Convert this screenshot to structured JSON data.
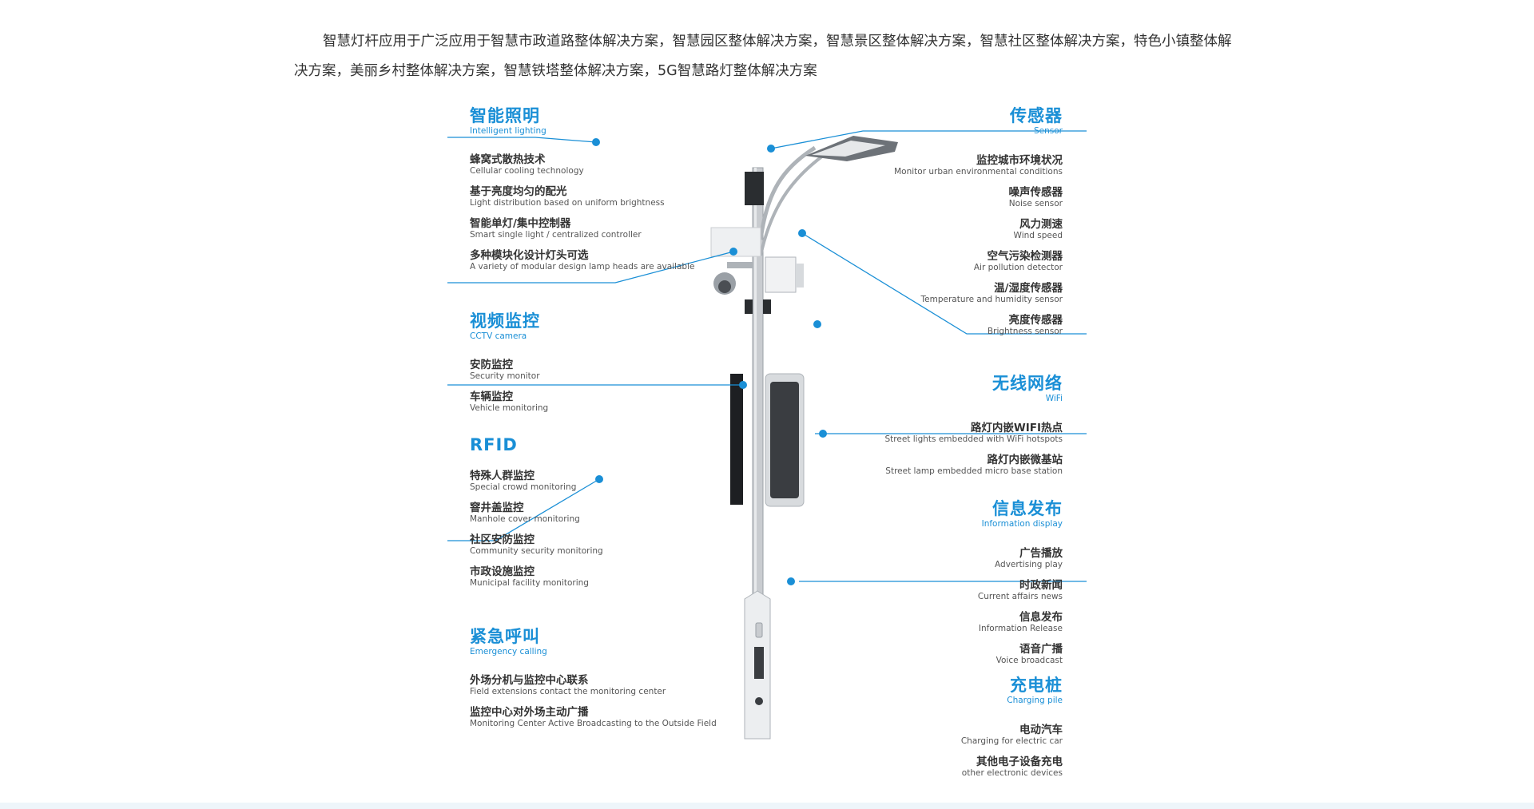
{
  "intro_text": "智慧灯杆应用于广泛应用于智慧市政道路整体解决方案，智慧园区整体解决方案，智慧景区整体解决方案，智慧社区整体解决方案，特色小镇整体解决方案，美丽乡村整体解决方案，智慧铁塔整体解决方案，5G智慧路灯整体解决方案",
  "accent_color": "#1a8fd6",
  "left_sections": [
    {
      "title": "智能照明",
      "subtitle": "Intelligent lighting",
      "items": [
        {
          "zh": "蜂窝式散热技术",
          "en": "Cellular cooling technology"
        },
        {
          "zh": "基于亮度均匀的配光",
          "en": "Light distribution based on uniform brightness"
        },
        {
          "zh": "智能单灯/集中控制器",
          "en": "Smart single light / centralized controller"
        },
        {
          "zh": "多种模块化设计灯头可选",
          "en": "A variety of modular design lamp heads are available"
        }
      ]
    },
    {
      "title": "视频监控",
      "subtitle": "CCTV camera",
      "items": [
        {
          "zh": "安防监控",
          "en": "Security monitor"
        },
        {
          "zh": "车辆监控",
          "en": "Vehicle monitoring"
        }
      ]
    },
    {
      "title": "RFID",
      "subtitle": "",
      "items": [
        {
          "zh": "特殊人群监控",
          "en": "Special crowd monitoring"
        },
        {
          "zh": "窨井盖监控",
          "en": "Manhole cover monitoring"
        },
        {
          "zh": "社区安防监控",
          "en": "Community security monitoring"
        },
        {
          "zh": "市政设施监控",
          "en": "Municipal facility monitoring"
        }
      ]
    },
    {
      "title": "紧急呼叫",
      "subtitle": "Emergency calling",
      "items": [
        {
          "zh": "外场分机与监控中心联系",
          "en": "Field extensions contact the monitoring center"
        },
        {
          "zh": "监控中心对外场主动广播",
          "en": "Monitoring Center Active Broadcasting to the Outside Field"
        }
      ]
    }
  ],
  "right_sections": [
    {
      "title": "传感器",
      "subtitle": "Sensor",
      "items": [
        {
          "zh": "监控城市环境状况",
          "en": "Monitor urban environmental conditions"
        },
        {
          "zh": "噪声传感器",
          "en": "Noise sensor"
        },
        {
          "zh": "风力测速",
          "en": "Wind speed"
        },
        {
          "zh": "空气污染检测器",
          "en": "Air pollution detector"
        },
        {
          "zh": "温/湿度传感器",
          "en": "Temperature and humidity sensor"
        },
        {
          "zh": "亮度传感器",
          "en": "Brightness sensor"
        }
      ]
    },
    {
      "title": "无线网络",
      "subtitle": "WiFi",
      "items": [
        {
          "zh": "路灯内嵌WIFI热点",
          "en": "Street lights embedded with WiFi hotspots"
        },
        {
          "zh": "路灯内嵌微基站",
          "en": "Street lamp embedded micro base station"
        }
      ]
    },
    {
      "title": "信息发布",
      "subtitle": "Information display",
      "items": [
        {
          "zh": "广告播放",
          "en": "Advertising play"
        },
        {
          "zh": "时政新闻",
          "en": "Current affairs news"
        },
        {
          "zh": "信息发布",
          "en": "Information Release"
        },
        {
          "zh": "语音广播",
          "en": "Voice broadcast"
        }
      ]
    },
    {
      "title": "充电桩",
      "subtitle": "Charging pile",
      "items": [
        {
          "zh": "电动汽车",
          "en": "Charging for electric car"
        },
        {
          "zh": "其他电子设备充电",
          "en": "other electronic devices"
        }
      ]
    }
  ]
}
